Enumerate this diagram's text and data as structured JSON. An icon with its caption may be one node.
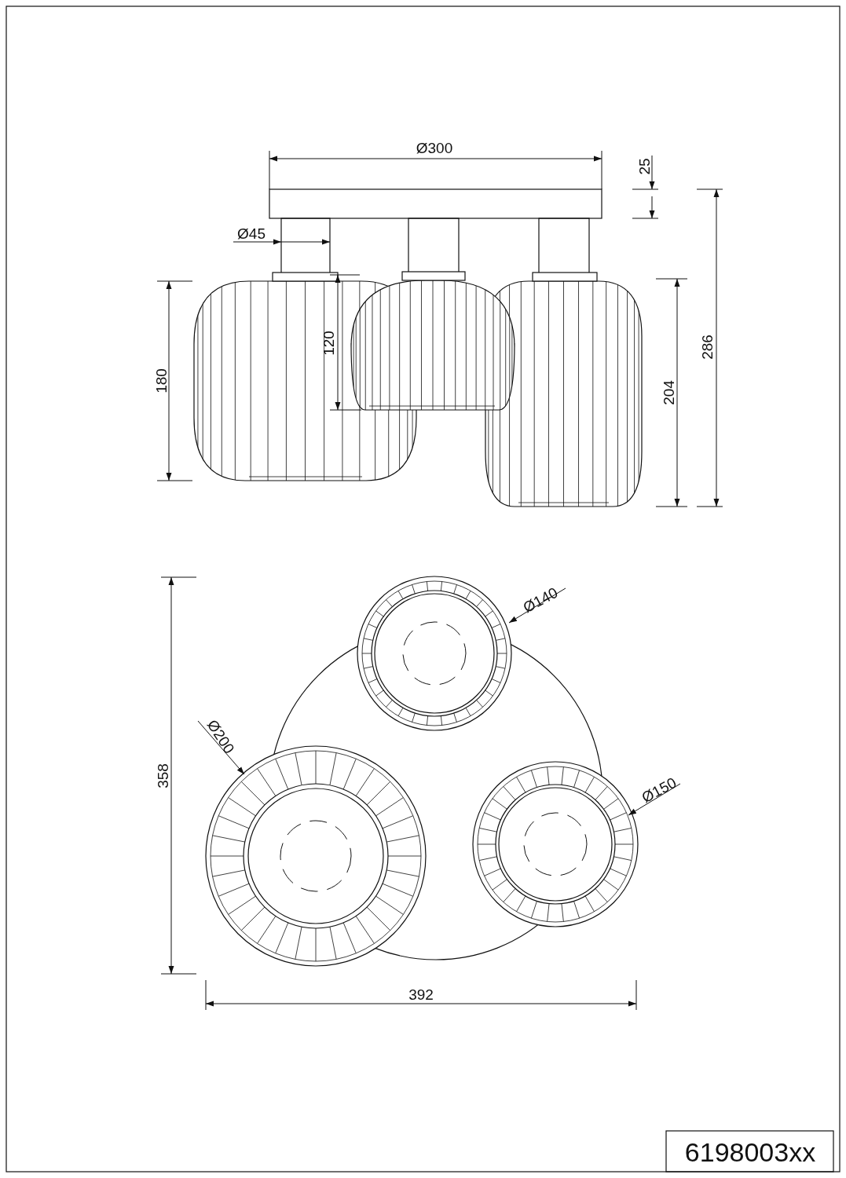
{
  "diagram": {
    "labels": [
      "Ø300",
      "25",
      "Ø45",
      "120",
      "180",
      "204",
      "286",
      "Ø140",
      "Ø200",
      "358",
      "Ø150",
      "392",
      "6198003xx"
    ]
  }
}
